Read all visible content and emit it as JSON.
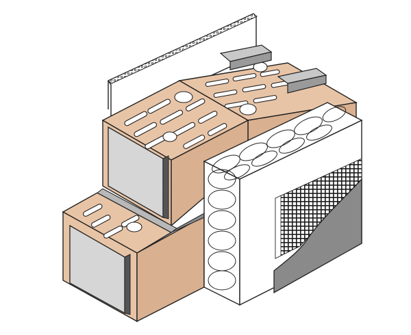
{
  "diagram": {
    "colors": {
      "brick": "#e8c4a6",
      "brick_shade": "#d9b090",
      "outline": "#222222",
      "insulation": "#ffffff",
      "mesh": "#1a1a1a",
      "render_coat": "#8a8a8a",
      "mortar_joint": "#b8b8b8",
      "gray_block": "#d6d6d6",
      "separator_sheet": "#ffffff"
    },
    "components": [
      "clay-block-masonry",
      "cavity-separator-sheet",
      "mortar-capping-strips",
      "mineral-wool-insulation",
      "reinforcement-mesh",
      "render-finish"
    ]
  }
}
